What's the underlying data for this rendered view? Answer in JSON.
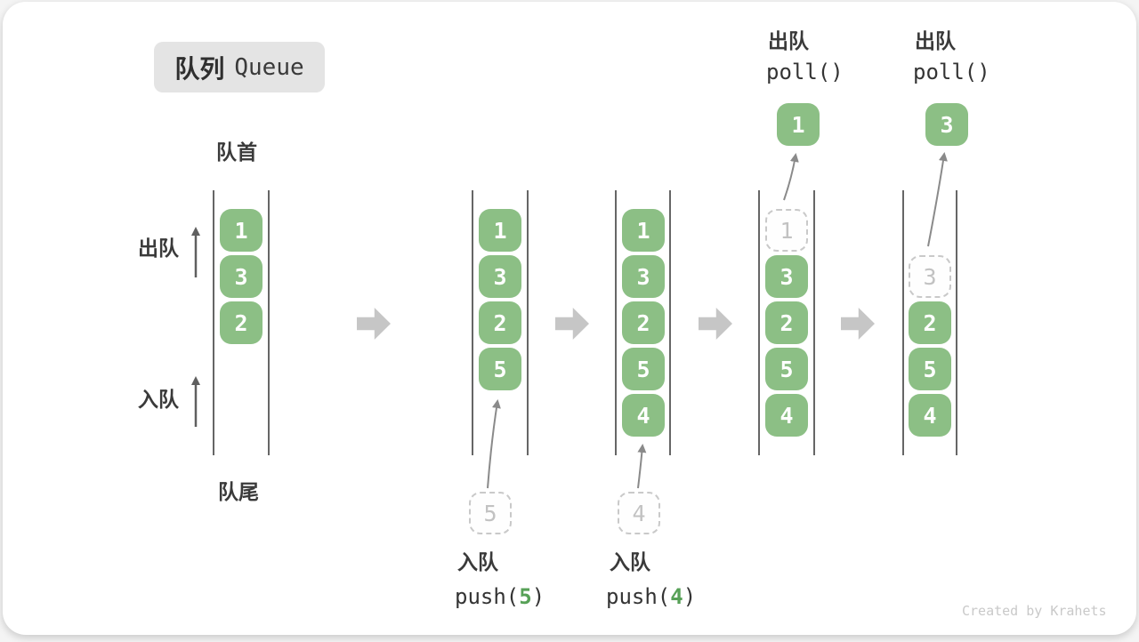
{
  "title": {
    "zh": "队列",
    "en": "Queue"
  },
  "labels": {
    "front": "队首",
    "rear": "队尾",
    "dequeue": "出队",
    "enqueue": "入队"
  },
  "colors": {
    "box_green": "#8cbf85",
    "code_arg_green": "#57a157",
    "dashed_border": "#c9c9c9",
    "block_arrow_gray": "#c6c6c6",
    "wall_gray": "#666666",
    "text_dark": "#3a3a3a",
    "watermark_gray": "#c9c9c9"
  },
  "stages": [
    {
      "name": "initial",
      "boxes": [
        "1",
        "3",
        "2"
      ]
    },
    {
      "name": "after-push-5",
      "boxes": [
        "1",
        "3",
        "2",
        "5"
      ],
      "incoming": "5",
      "op": {
        "action": "入队",
        "code_open": "push(",
        "arg": "5",
        "code_close": ")"
      }
    },
    {
      "name": "after-push-4",
      "boxes": [
        "1",
        "3",
        "2",
        "5",
        "4"
      ],
      "incoming": "4",
      "op": {
        "action": "入队",
        "code_open": "push(",
        "arg": "4",
        "code_close": ")"
      }
    },
    {
      "name": "poll-first",
      "removed": "1",
      "boxes": [
        "3",
        "2",
        "5",
        "4"
      ],
      "outgoing": "1",
      "op": {
        "action": "出队",
        "code": "poll()"
      }
    },
    {
      "name": "poll-second",
      "removed": "3",
      "boxes": [
        "2",
        "5",
        "4"
      ],
      "outgoing": "3",
      "op": {
        "action": "出队",
        "code": "poll()"
      }
    }
  ],
  "watermark": "Created by Krahets"
}
